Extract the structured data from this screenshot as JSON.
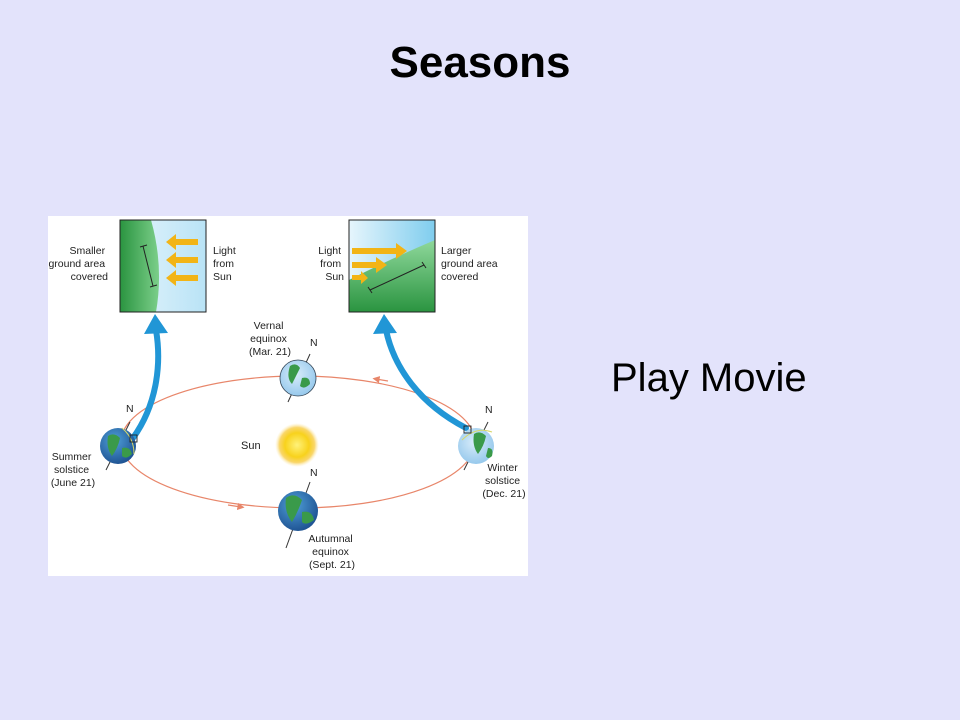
{
  "slide": {
    "title": "Seasons",
    "link_text": "Play Movie"
  },
  "diagram": {
    "left_inset": {
      "caption": [
        "Smaller",
        "ground area",
        "covered"
      ],
      "light": [
        "Light",
        "from",
        "Sun"
      ]
    },
    "right_inset": {
      "light": [
        "Light",
        "from",
        "Sun"
      ],
      "caption": [
        "Larger",
        "ground area",
        "covered"
      ]
    },
    "sun_label": "Sun",
    "north_label": "N",
    "vernal": [
      "Vernal",
      "equinox",
      "(Mar. 21)"
    ],
    "summer": [
      "Summer",
      "solstice",
      "(June 21)"
    ],
    "winter": [
      "Winter",
      "solstice",
      "(Dec. 21)"
    ],
    "autumnal": [
      "Autumnal",
      "equinox",
      "(Sept. 21)"
    ],
    "colors": {
      "orbit": "#e8866a",
      "arrow": "#2196d6",
      "light_arrow": "#f2b416",
      "ground": "#2e9a45",
      "sky": "#a8dcf4",
      "sun": "#f6c81a",
      "ocean": "#2a6fb0"
    }
  }
}
